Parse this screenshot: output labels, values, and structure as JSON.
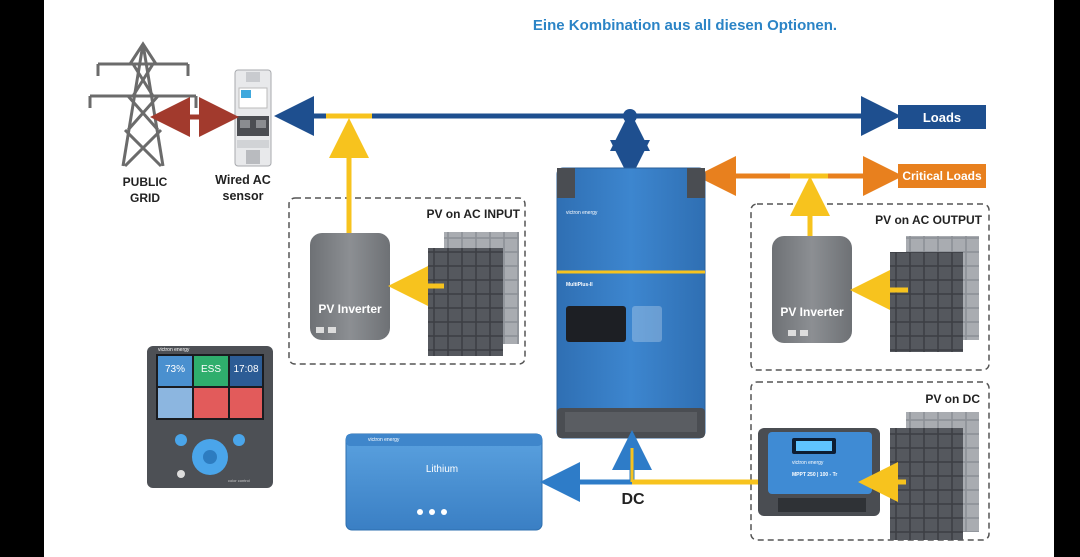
{
  "header": {
    "title": "Eine Kombination aus all diesen Optionen."
  },
  "labels": {
    "public_grid_line1": "PUBLIC",
    "public_grid_line2": "GRID",
    "wired_ac_line1": "Wired AC",
    "wired_ac_line2": "sensor",
    "loads": "Loads",
    "critical_loads": "Critical Loads",
    "pv_ac_input": "PV on AC INPUT",
    "pv_ac_output": "PV on AC OUTPUT",
    "pv_dc": "PV on DC",
    "dc": "DC",
    "pv_inverter_left": "PV Inverter",
    "pv_inverter_right": "PV Inverter"
  },
  "devices": {
    "multiplus_brand": "victron energy",
    "multiplus_name": "MultiPlus-II",
    "battery_brand": "victron energy",
    "battery_name": "Lithium",
    "mppt_brand": "victron energy",
    "mppt_name": "MPPT 250 | 100 - Tr",
    "gx_brand": "victron energy",
    "gx_model": "color control",
    "gx_tiles": [
      "73%",
      "ESS",
      "17:08",
      "",
      "",
      ""
    ]
  },
  "colors": {
    "blue_line": "#1e4f8f",
    "orange_line": "#e8801e",
    "yellow_line": "#f7c31e",
    "grid_arrow": "#a23a2d",
    "dc_blue": "#2e7cc8",
    "title_blue": "#2b84c6"
  }
}
